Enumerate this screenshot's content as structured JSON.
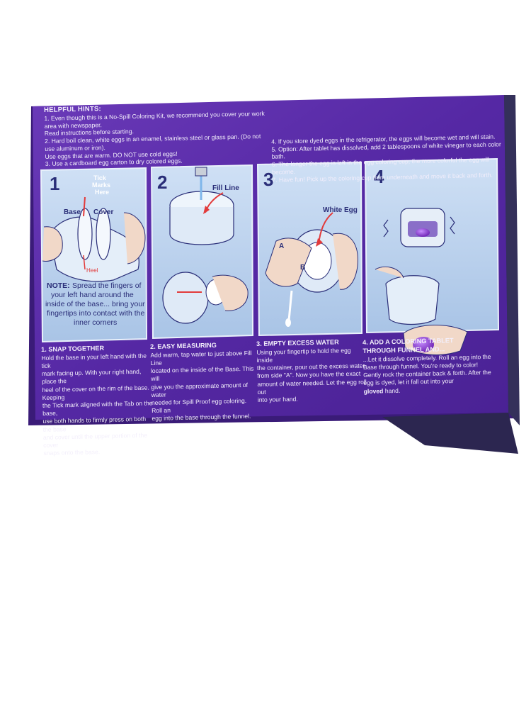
{
  "hints": {
    "title": "HELPFUL HINTS:",
    "left": [
      "1. Even though this is a No-Spill Coloring Kit, we recommend you cover your work area with newspaper.",
      "Read instructions before starting.",
      "2. Hard boil clean, white eggs in an enamel, stainless steel or glass pan. (Do not use aluminum or iron).",
      "Use eggs that are warm. DO NOT use cold eggs!",
      "3. Use a cardboard egg carton to dry colored eggs."
    ],
    "right": [
      "4. If you store dyed eggs in the refrigerator, the eggs will become wet and will stain.",
      "5. Option: After tablet has dissolved, add 2 tablespoons of white vinegar to each color bath.",
      "6. The longer the egg is left in the egg coloring cup, the more colorful the egg will become.",
      "7. Have fun! Pick up the coloring cup from underneath and move it back and forth."
    ]
  },
  "panels": [
    {
      "number": "1",
      "labels": {
        "tick": "Tick",
        "marks": "Marks",
        "here": "Here",
        "base": "Base",
        "cover": "Cover",
        "heel": "Heel"
      },
      "note_lead": "NOTE:",
      "note": [
        "Spread the fingers of",
        "your left hand around the",
        "inside of the base... bring your",
        "fingertips into contact with the",
        "inner corners"
      ]
    },
    {
      "number": "2",
      "labels": {
        "fill": "Fill Line"
      }
    },
    {
      "number": "3",
      "labels": {
        "white_egg": "White Egg",
        "a": "A",
        "b": "B"
      }
    },
    {
      "number": "4"
    }
  ],
  "steps": [
    {
      "title": "1. SNAP TOGETHER",
      "lines": [
        "Hold the base in your left hand with the tick",
        "mark facing up. With your right hand, place the",
        "heel of the cover on the rim of the base. Keeping",
        "the Tick mark aligned with the Tab on the base,",
        "use both hands to firmly press on both the base",
        "and cover until the upper portion of the cover",
        "snaps onto the base."
      ]
    },
    {
      "title": "2. EASY MEASURING",
      "lines": [
        "Add warm, tap water to just above Fill Line",
        "located on the inside of the Base. This will",
        "give you the approximate amount of water",
        "needed for Spill Proof egg coloring. Roll an",
        "egg into the base through the funnel."
      ]
    },
    {
      "title": "3. EMPTY EXCESS WATER",
      "lines": [
        "Using your fingertip to hold the egg inside",
        "the container, pour out the excess water",
        "from side \"A\". Now you have the exact",
        "amount of water needed. Let the egg roll out",
        "into your hand."
      ]
    },
    {
      "title": "4. ADD A COLORING TABLET",
      "title2": "THROUGH FUNNEL AND...",
      "lines": [
        "...Let it dissolve completely. Roll an egg into the",
        "Base through funnel. You're ready to color!",
        "Gently rock the container back & forth. After the",
        "egg is dyed, let it fall out into your"
      ],
      "last_bold": "gloved",
      "last_end": " hand."
    }
  ],
  "colors": {
    "box_purple": "#5b2ea8",
    "panel_blue": "#b9d2ee",
    "number_navy": "#2a2e78",
    "egg_purple": "#7a2bc0"
  }
}
